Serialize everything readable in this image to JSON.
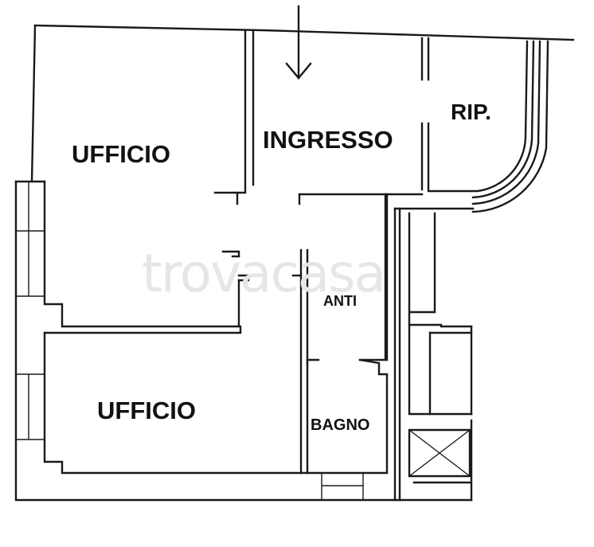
{
  "rooms": {
    "ufficio_top": "UFFICIO",
    "ingresso": "INGRESSO",
    "ripostiglio": "RIP.",
    "anti": "ANTI",
    "ufficio_bottom": "UFFICIO",
    "bagno": "BAGNO"
  },
  "watermark": "trovacasa",
  "icons": {
    "entrance": "down-arrow-icon"
  },
  "colors": {
    "walls": "#1a1a1a",
    "background": "#ffffff",
    "watermark": "#e6e6e6"
  }
}
